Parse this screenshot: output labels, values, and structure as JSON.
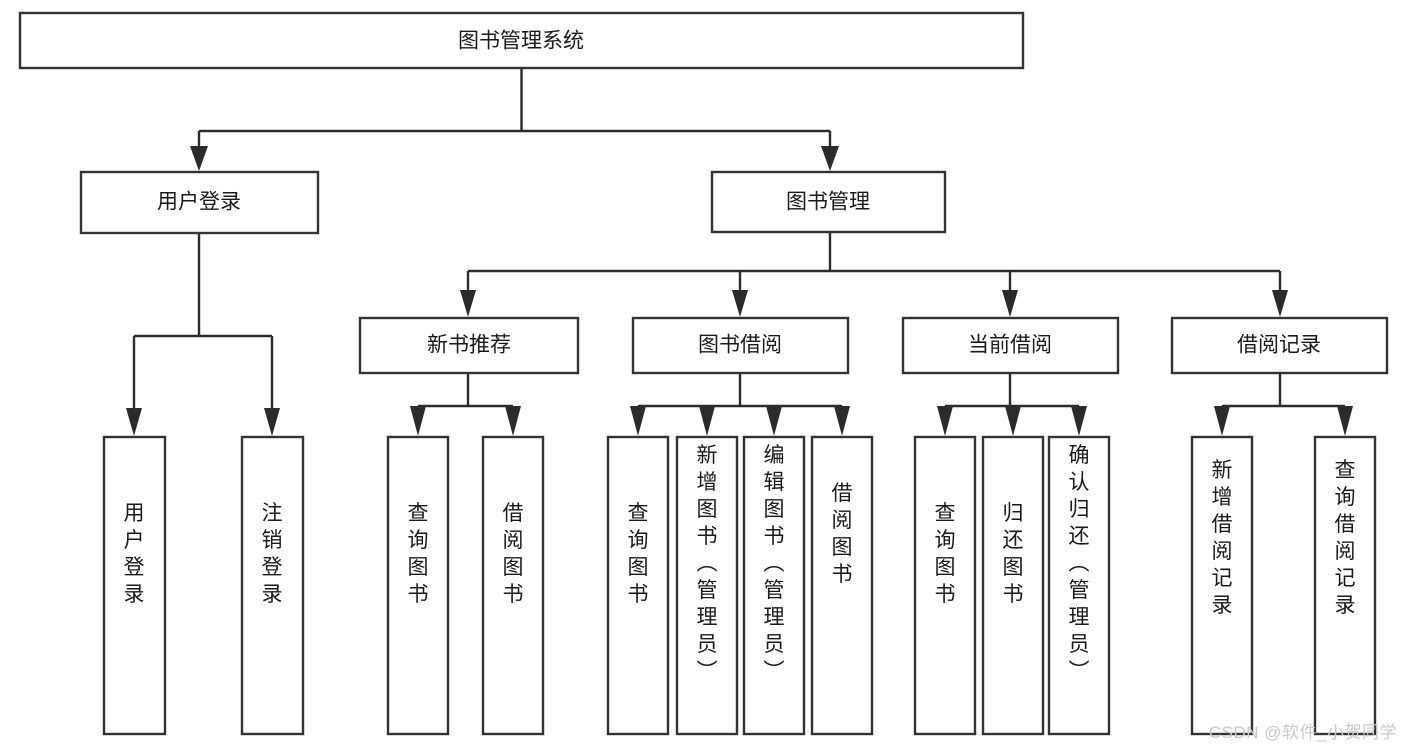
{
  "diagram": {
    "type": "tree-hierarchy",
    "orientation": "top-down",
    "colors": {
      "box_stroke": "#333333",
      "box_fill": "#ffffff",
      "connector": "#2b2b2b",
      "text": "#1a1a1a",
      "watermark": "#c9c9c9",
      "background": "#ffffff"
    },
    "root": {
      "label": "图书管理系统"
    },
    "level1": [
      {
        "label": "用户登录"
      },
      {
        "label": "图书管理"
      }
    ],
    "level2": [
      {
        "label": "新书推荐"
      },
      {
        "label": "图书借阅"
      },
      {
        "label": "当前借阅"
      },
      {
        "label": "借阅记录"
      }
    ],
    "leaves": {
      "user_login": [
        {
          "label": "用户登录"
        },
        {
          "label": "注销登录"
        }
      ],
      "new_book_recommend": [
        {
          "label": "查询图书"
        },
        {
          "label": "借阅图书"
        }
      ],
      "book_borrow": [
        {
          "label": "查询图书"
        },
        {
          "label": "新增图书（管理员）"
        },
        {
          "label": "编辑图书（管理员）"
        },
        {
          "label": "借阅图书"
        }
      ],
      "current_borrow": [
        {
          "label": "查询图书"
        },
        {
          "label": "归还图书"
        },
        {
          "label": "确认归还（管理员）"
        }
      ],
      "borrow_record": [
        {
          "label": "新增借阅记录"
        },
        {
          "label": "查询借阅记录"
        }
      ]
    }
  },
  "watermark": {
    "text": "CSDN @软件_小贺同学"
  }
}
